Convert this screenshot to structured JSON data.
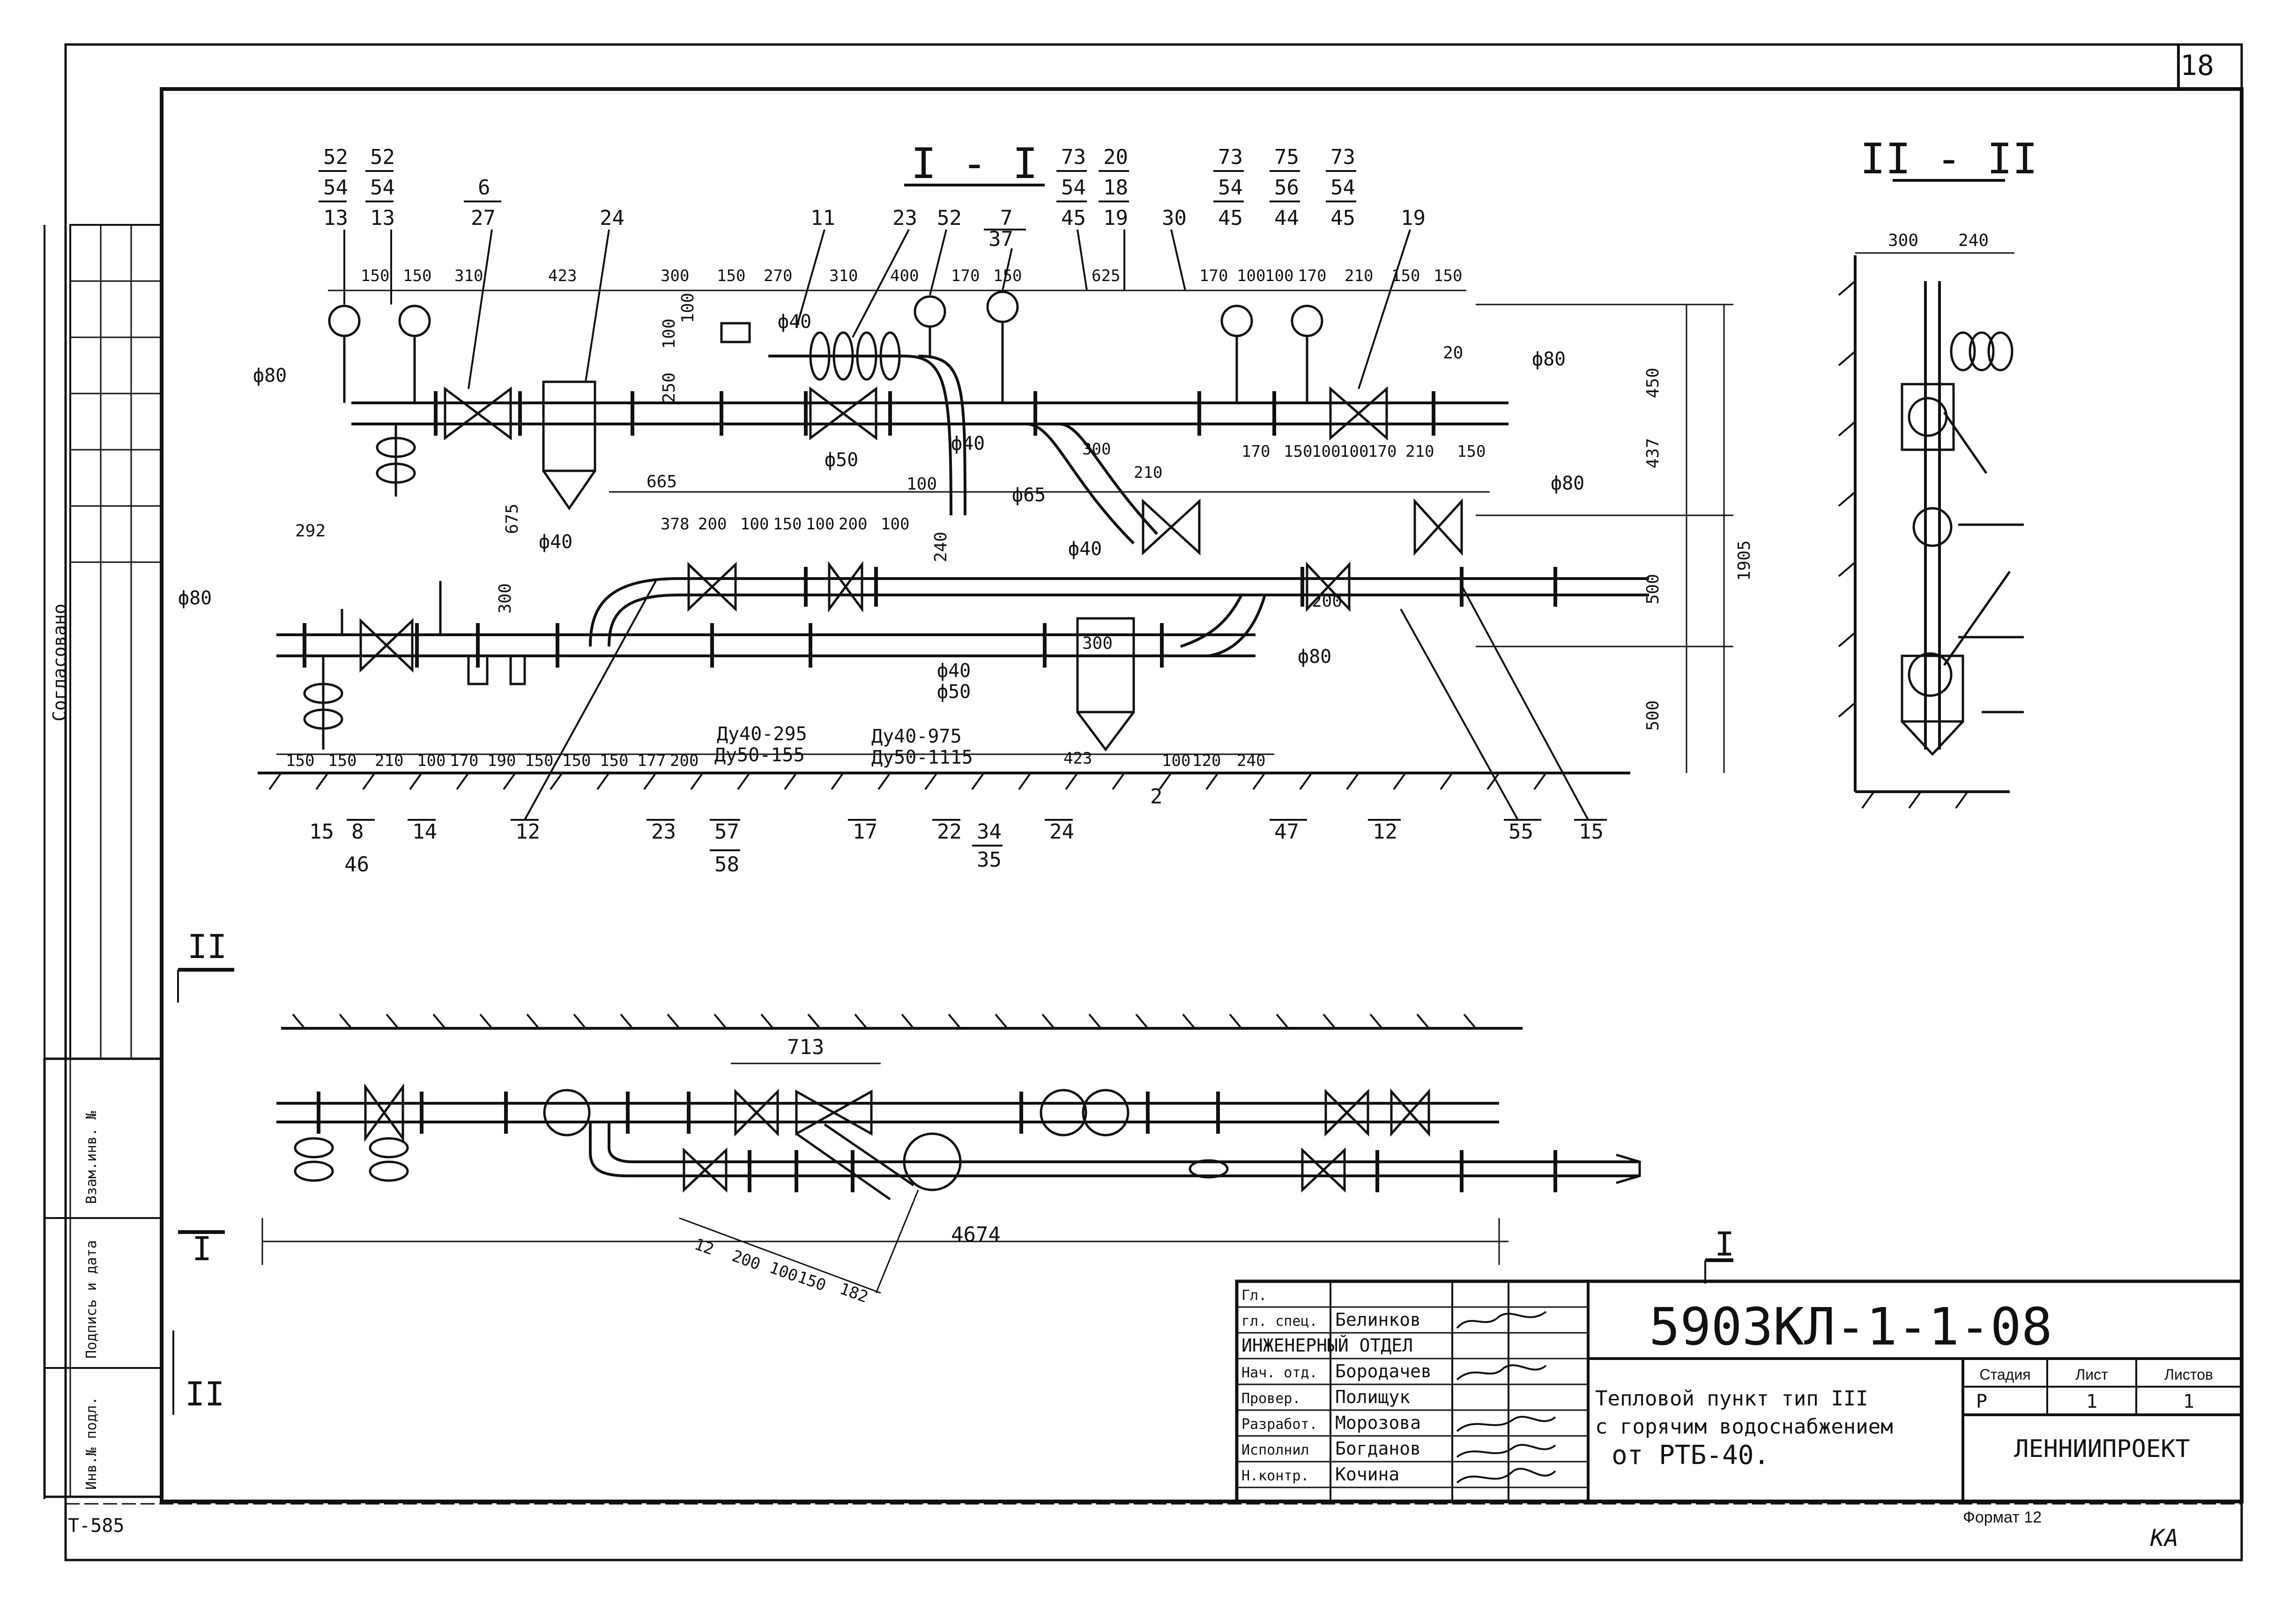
{
  "sheet": {
    "page_number": "18",
    "side_agreed": "Согласовано",
    "side_inv_vzam": "Взам.инв. №",
    "side_sign_date": "Подпись и дата",
    "side_inv_podl": "Инв.№ подл.",
    "bottom_code": "Т-585",
    "format": "Формат 12",
    "corner_mark": "КА"
  },
  "sections": {
    "sec1": "I - I",
    "sec2": "II - II",
    "mark_ii_left": "II",
    "mark_i_left": "I",
    "mark_i_right": "I",
    "mark_ii_bottom": "II"
  },
  "callouts": {
    "c1": [
      "52",
      "54",
      "13"
    ],
    "c2": [
      "52",
      "54",
      "13"
    ],
    "c3": [
      "6",
      "27"
    ],
    "c4": "24",
    "c5": "11",
    "c6": "23",
    "c7": "52",
    "c8": [
      "7",
      "37"
    ],
    "c9": [
      "73",
      "54",
      "45"
    ],
    "c10": [
      "20",
      "18",
      "19"
    ],
    "c11": "30",
    "c12": [
      "73",
      "54",
      "45"
    ],
    "c13": [
      "75",
      "56",
      "44"
    ],
    "c14": [
      "73",
      "54",
      "45"
    ],
    "c15": "19",
    "b1": [
      "8",
      "46"
    ],
    "b2": "14",
    "b3": "12",
    "b4": "23",
    "b5": [
      "57",
      "58"
    ],
    "b6": "17",
    "b7": "22",
    "b8": [
      "34",
      "35"
    ],
    "b9": "24",
    "b10": "2",
    "b11": "47",
    "b12": "12",
    "b13": "55",
    "b14": "15",
    "b15": "15"
  },
  "dims": {
    "top": [
      "150",
      "150",
      "310",
      "423",
      "300",
      "150",
      "270",
      "310",
      "400",
      "170",
      "150",
      "625",
      "170",
      "100",
      "100",
      "170",
      "210",
      "150",
      "150"
    ],
    "mid": [
      "378",
      "200",
      "100",
      "150",
      "100",
      "200",
      "100",
      "170",
      "150",
      "100",
      "100",
      "170",
      "210",
      "150",
      "210",
      "300"
    ],
    "bottom": [
      "150",
      "150",
      "210",
      "100",
      "170",
      "190",
      "150",
      "150",
      "150",
      "177",
      "200",
      "100",
      "120",
      "240",
      "423"
    ],
    "right": [
      "450",
      "437",
      "500",
      "1905",
      "500"
    ],
    "d665": "665",
    "d675": "675",
    "d292": "292",
    "d300a": "300",
    "d300b": "300",
    "d240": "240",
    "d20": "20",
    "d100": "100",
    "d200": "200",
    "sec2_dims": [
      "300",
      "240"
    ],
    "plan_713": "713",
    "plan_4674": "4674",
    "plan_small": [
      "12",
      "200",
      "100",
      "150",
      "182"
    ],
    "h_250": "250",
    "h_100a": "100",
    "h_100b": "100"
  },
  "pipe_labels": {
    "phi80_a": "ф80",
    "phi80_b": "ф80",
    "phi80_c": "ф80",
    "phi80_d": "ф80",
    "phi80_e": "ф80",
    "phi50_a": "ф50",
    "phi50_b": "ф50",
    "phi40_a": "ф40",
    "phi40_b": "ф40",
    "phi40_c": "ф40",
    "phi40_d": "ф40",
    "phi40_e": "ф40",
    "phi65": "ф65",
    "dy40_975": "Ду40-975",
    "dy50_1115": "Ду50-1115",
    "dy40_295": "Ду40-295",
    "dy50_155": "Ду50-155"
  },
  "title_block": {
    "code": "5903КЛ-1-1-08",
    "project_title_1": "Тепловой пункт тип III",
    "project_title_2": "с горячим водоснабжением",
    "project_title_3": "от РТБ-40.",
    "org": "ЛЕННИИПРОЕКТ",
    "stage_label": "Стадия",
    "sheet_label": "Лист",
    "sheets_label": "Листов",
    "stage": "Р",
    "sheet_no": "1",
    "sheets_total": "1",
    "roles": [
      {
        "role": "Гл.",
        "name": ""
      },
      {
        "role": "гл. спец.",
        "name": "Белинков"
      },
      {
        "role": "ИНЖЕНЕРНЫЙ ОТДЕЛ",
        "name": ""
      },
      {
        "role": "Нач. отд.",
        "name": "Бородачев"
      },
      {
        "role": "Провер.",
        "name": "Полищук"
      },
      {
        "role": "Разработ.",
        "name": "Морозова"
      },
      {
        "role": "Исполнил",
        "name": "Богданов"
      },
      {
        "role": "Н.контр.",
        "name": "Кочина"
      }
    ]
  },
  "colors": {
    "ink": "#111111",
    "paper": "#ffffff"
  }
}
